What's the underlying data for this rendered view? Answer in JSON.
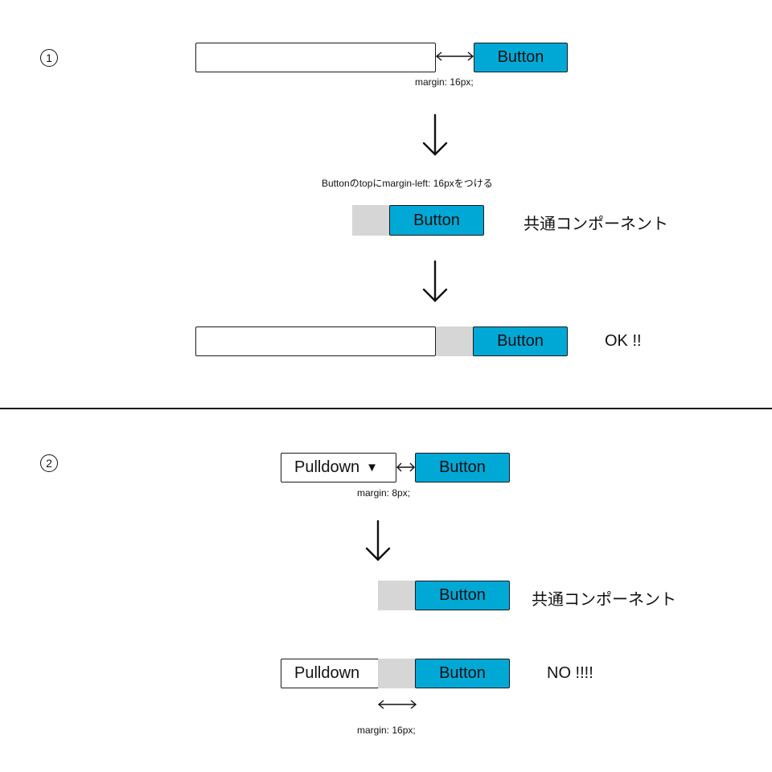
{
  "section1": {
    "marker": "1",
    "button_label": "Button",
    "margin_label": "margin: 16px;",
    "instruction": "Buttonのtopにmargin-left: 16pxをつける",
    "common_label": "共通コンポーネント",
    "result_label": "OK !!"
  },
  "section2": {
    "marker": "2",
    "pulldown_label": "Pulldown",
    "pulldown_caret": "▼",
    "button_label": "Button",
    "margin_label": "margin: 8px;",
    "common_label": "共通コンポーネント",
    "pulldown_label_result": "Pulldown",
    "result_label": "NO !!!!",
    "margin_label_result": "margin: 16px;"
  },
  "colors": {
    "button": "#00a8d6",
    "margin_fill": "#d6d6d6",
    "border": "#1a1a1a"
  }
}
